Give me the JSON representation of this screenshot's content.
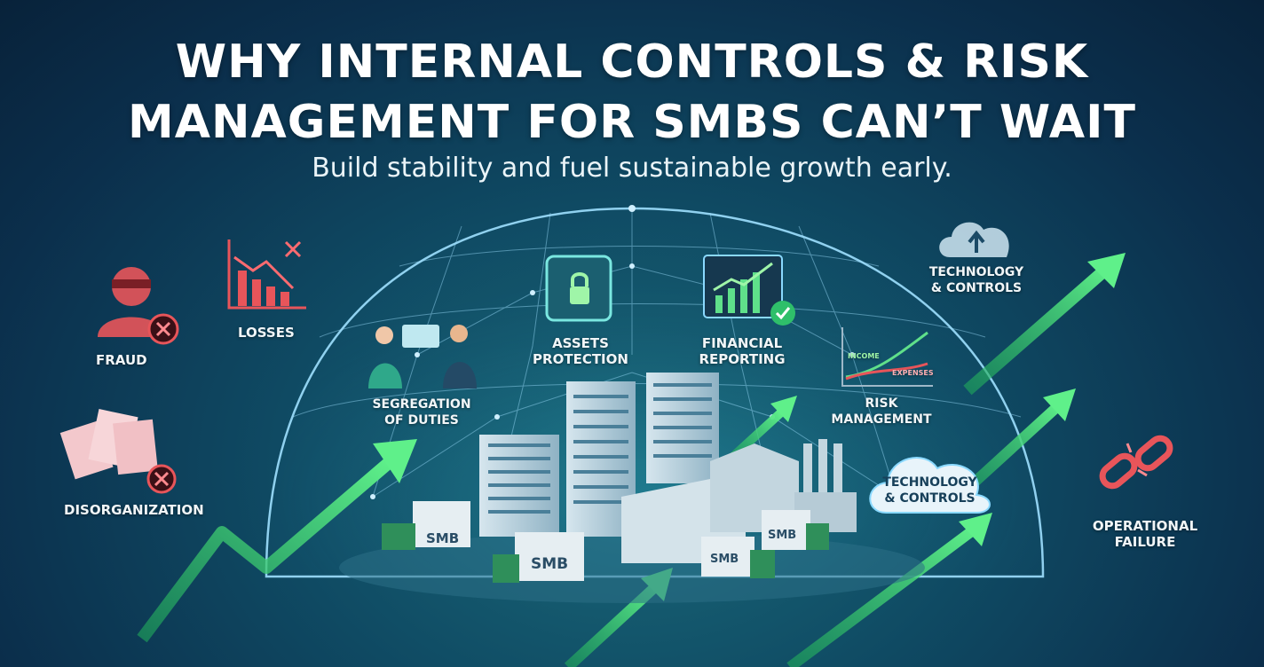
{
  "header": {
    "title_line1": "WHY INTERNAL CONTROLS & RISK",
    "title_line2": "MANAGEMENT FOR SMBS CAN’T WAIT",
    "subtitle": "Build stability and fuel sustainable growth early."
  },
  "risks": {
    "fraud": "FRAUD",
    "losses": "LOSSES",
    "disorganization": "DISORGANIZATION",
    "operational_failure_line1": "OPERATIONAL",
    "operational_failure_line2": "FAILURE"
  },
  "controls": {
    "segregation_line1": "SEGREGATION",
    "segregation_line2": "OF DUTIES",
    "assets_line1": "ASSETS",
    "assets_line2": "PROTECTION",
    "financial_line1": "FINANCIAL",
    "financial_line2": "REPORTING",
    "risk_mgmt_line1": "RISK",
    "risk_mgmt_line2": "MANAGEMENT",
    "tech_top_line1": "TECHNOLOGY",
    "tech_top_line2": "& CONTROLS",
    "tech_cloud_line1": "TECHNOLOGY",
    "tech_cloud_line2": "& CONTROLS",
    "chart_income": "INCOME",
    "chart_expenses": "EXPENSES"
  },
  "trucks": {
    "label": "SMB"
  },
  "colors": {
    "risk_red": "#e8555a",
    "growth_green": "#4fe07a",
    "dome_blue": "#8fd6ff",
    "accent_teal": "#2fd3b0"
  },
  "icons": [
    "fraud-thief-icon",
    "losses-chart-icon",
    "disorganization-papers-icon",
    "broken-chain-icon",
    "safe-lock-icon",
    "financial-chart-icon",
    "upload-cloud-icon",
    "growth-arrow-icon"
  ]
}
